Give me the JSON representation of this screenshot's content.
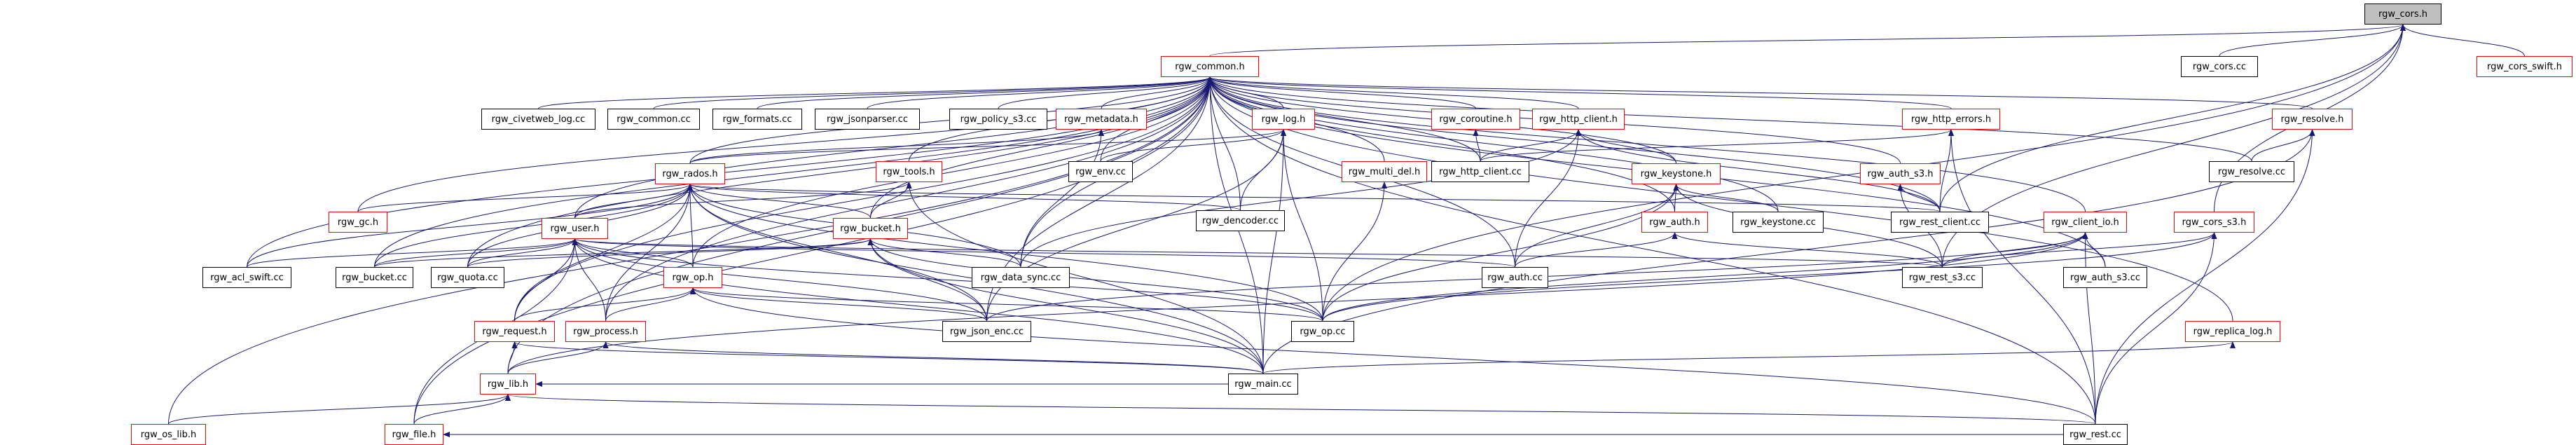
{
  "graph": {
    "colors": {
      "edge": "#191970",
      "internal_border": "#000000",
      "external_border": "#ff0000",
      "focus_fill": "#bfbfbf"
    },
    "nodes": [
      {
        "id": "rgw_cors_h",
        "label": "rgw_cors.h",
        "kind": "focus"
      },
      {
        "id": "rgw_common_h",
        "label": "rgw_common.h",
        "kind": "external"
      },
      {
        "id": "rgw_cors_cc",
        "label": "rgw_cors.cc",
        "kind": "internal"
      },
      {
        "id": "rgw_cors_swift_h",
        "label": "rgw_cors_swift.h",
        "kind": "external"
      },
      {
        "id": "rgw_civetweb_log_cc",
        "label": "rgw_civetweb_log.cc",
        "kind": "internal"
      },
      {
        "id": "rgw_common_cc",
        "label": "rgw_common.cc",
        "kind": "internal"
      },
      {
        "id": "rgw_formats_cc",
        "label": "rgw_formats.cc",
        "kind": "internal"
      },
      {
        "id": "rgw_jsonparser_cc",
        "label": "rgw_jsonparser.cc",
        "kind": "internal"
      },
      {
        "id": "rgw_policy_s3_cc",
        "label": "rgw_policy_s3.cc",
        "kind": "internal"
      },
      {
        "id": "rgw_metadata_h",
        "label": "rgw_metadata.h",
        "kind": "external"
      },
      {
        "id": "rgw_log_h",
        "label": "rgw_log.h",
        "kind": "external"
      },
      {
        "id": "rgw_coroutine_h",
        "label": "rgw_coroutine.h",
        "kind": "external"
      },
      {
        "id": "rgw_http_client_h",
        "label": "rgw_http_client.h",
        "kind": "external"
      },
      {
        "id": "rgw_http_errors_h",
        "label": "rgw_http_errors.h",
        "kind": "external"
      },
      {
        "id": "rgw_resolve_h",
        "label": "rgw_resolve.h",
        "kind": "external"
      },
      {
        "id": "rgw_env_cc",
        "label": "rgw_env.cc",
        "kind": "internal"
      },
      {
        "id": "rgw_multi_del_h",
        "label": "rgw_multi_del.h",
        "kind": "external"
      },
      {
        "id": "rgw_http_client_cc",
        "label": "rgw_http_client.cc",
        "kind": "internal"
      },
      {
        "id": "rgw_resolve_cc",
        "label": "rgw_resolve.cc",
        "kind": "internal"
      },
      {
        "id": "rgw_rados_h",
        "label": "rgw_rados.h",
        "kind": "external"
      },
      {
        "id": "rgw_tools_h",
        "label": "rgw_tools.h",
        "kind": "external"
      },
      {
        "id": "rgw_keystone_h",
        "label": "rgw_keystone.h",
        "kind": "external"
      },
      {
        "id": "rgw_auth_s3_h",
        "label": "rgw_auth_s3.h",
        "kind": "external"
      },
      {
        "id": "rgw_gc_h",
        "label": "rgw_gc.h",
        "kind": "external"
      },
      {
        "id": "rgw_dencoder_cc",
        "label": "rgw_dencoder.cc",
        "kind": "internal"
      },
      {
        "id": "rgw_client_io_h",
        "label": "rgw_client_io.h",
        "kind": "external"
      },
      {
        "id": "rgw_cors_s3_h",
        "label": "rgw_cors_s3.h",
        "kind": "external"
      },
      {
        "id": "rgw_user_h",
        "label": "rgw_user.h",
        "kind": "external"
      },
      {
        "id": "rgw_bucket_h",
        "label": "rgw_bucket.h",
        "kind": "external"
      },
      {
        "id": "rgw_auth_h",
        "label": "rgw_auth.h",
        "kind": "external"
      },
      {
        "id": "rgw_keystone_cc",
        "label": "rgw_keystone.cc",
        "kind": "internal"
      },
      {
        "id": "rgw_rest_client_cc",
        "label": "rgw_rest_client.cc",
        "kind": "internal"
      },
      {
        "id": "rgw_acl_swift_cc",
        "label": "rgw_acl_swift.cc",
        "kind": "internal"
      },
      {
        "id": "rgw_bucket_cc",
        "label": "rgw_bucket.cc",
        "kind": "internal"
      },
      {
        "id": "rgw_quota_cc",
        "label": "rgw_quota.cc",
        "kind": "internal"
      },
      {
        "id": "rgw_data_sync_cc",
        "label": "rgw_data_sync.cc",
        "kind": "internal"
      },
      {
        "id": "rgw_auth_cc",
        "label": "rgw_auth.cc",
        "kind": "internal"
      },
      {
        "id": "rgw_rest_s3_cc",
        "label": "rgw_rest_s3.cc",
        "kind": "internal"
      },
      {
        "id": "rgw_auth_s3_cc",
        "label": "rgw_auth_s3.cc",
        "kind": "internal"
      },
      {
        "id": "rgw_op_h",
        "label": "rgw_op.h",
        "kind": "external"
      },
      {
        "id": "rgw_op_cc",
        "label": "rgw_op.cc",
        "kind": "internal"
      },
      {
        "id": "rgw_request_h",
        "label": "rgw_request.h",
        "kind": "external"
      },
      {
        "id": "rgw_process_h",
        "label": "rgw_process.h",
        "kind": "external"
      },
      {
        "id": "rgw_json_enc_cc",
        "label": "rgw_json_enc.cc",
        "kind": "internal"
      },
      {
        "id": "rgw_replica_log_h",
        "label": "rgw_replica_log.h",
        "kind": "external"
      },
      {
        "id": "rgw_lib_h",
        "label": "rgw_lib.h",
        "kind": "external"
      },
      {
        "id": "rgw_main_cc",
        "label": "rgw_main.cc",
        "kind": "internal"
      },
      {
        "id": "rgw_os_lib_h",
        "label": "rgw_os_lib.h",
        "kind": "external"
      },
      {
        "id": "rgw_file_h",
        "label": "rgw_file.h",
        "kind": "external"
      },
      {
        "id": "rgw_rest_cc",
        "label": "rgw_rest.cc",
        "kind": "internal"
      }
    ],
    "edges": [
      [
        "rgw_common_h",
        "rgw_cors_h"
      ],
      [
        "rgw_cors_cc",
        "rgw_cors_h"
      ],
      [
        "rgw_cors_swift_h",
        "rgw_cors_h"
      ],
      [
        "rgw_cors_s3_h",
        "rgw_cors_h"
      ],
      [
        "rgw_rest_s3_cc",
        "rgw_cors_h"
      ],
      [
        "rgw_op_cc",
        "rgw_cors_h"
      ],
      [
        "rgw_rest_client_cc",
        "rgw_cors_h"
      ],
      [
        "rgw_civetweb_log_cc",
        "rgw_common_h"
      ],
      [
        "rgw_common_cc",
        "rgw_common_h"
      ],
      [
        "rgw_formats_cc",
        "rgw_common_h"
      ],
      [
        "rgw_jsonparser_cc",
        "rgw_common_h"
      ],
      [
        "rgw_policy_s3_cc",
        "rgw_common_h"
      ],
      [
        "rgw_metadata_h",
        "rgw_common_h"
      ],
      [
        "rgw_log_h",
        "rgw_common_h"
      ],
      [
        "rgw_coroutine_h",
        "rgw_common_h"
      ],
      [
        "rgw_http_client_h",
        "rgw_common_h"
      ],
      [
        "rgw_http_errors_h",
        "rgw_common_h"
      ],
      [
        "rgw_resolve_h",
        "rgw_common_h"
      ],
      [
        "rgw_env_cc",
        "rgw_common_h"
      ],
      [
        "rgw_multi_del_h",
        "rgw_common_h"
      ],
      [
        "rgw_http_client_cc",
        "rgw_common_h"
      ],
      [
        "rgw_resolve_cc",
        "rgw_common_h"
      ],
      [
        "rgw_rados_h",
        "rgw_common_h"
      ],
      [
        "rgw_tools_h",
        "rgw_common_h"
      ],
      [
        "rgw_keystone_h",
        "rgw_common_h"
      ],
      [
        "rgw_auth_s3_h",
        "rgw_common_h"
      ],
      [
        "rgw_gc_h",
        "rgw_common_h"
      ],
      [
        "rgw_dencoder_cc",
        "rgw_common_h"
      ],
      [
        "rgw_client_io_h",
        "rgw_common_h"
      ],
      [
        "rgw_user_h",
        "rgw_common_h"
      ],
      [
        "rgw_bucket_h",
        "rgw_common_h"
      ],
      [
        "rgw_auth_h",
        "rgw_common_h"
      ],
      [
        "rgw_keystone_cc",
        "rgw_common_h"
      ],
      [
        "rgw_rest_client_cc",
        "rgw_common_h"
      ],
      [
        "rgw_acl_swift_cc",
        "rgw_common_h"
      ],
      [
        "rgw_bucket_cc",
        "rgw_common_h"
      ],
      [
        "rgw_quota_cc",
        "rgw_common_h"
      ],
      [
        "rgw_data_sync_cc",
        "rgw_common_h"
      ],
      [
        "rgw_auth_cc",
        "rgw_common_h"
      ],
      [
        "rgw_auth_s3_cc",
        "rgw_common_h"
      ],
      [
        "rgw_op_h",
        "rgw_common_h"
      ],
      [
        "rgw_json_enc_cc",
        "rgw_common_h"
      ],
      [
        "rgw_replica_log_h",
        "rgw_common_h"
      ],
      [
        "rgw_lib_h",
        "rgw_common_h"
      ],
      [
        "rgw_main_cc",
        "rgw_common_h"
      ],
      [
        "rgw_os_lib_h",
        "rgw_common_h"
      ],
      [
        "rgw_file_h",
        "rgw_common_h"
      ],
      [
        "rgw_rest_cc",
        "rgw_common_h"
      ],
      [
        "rgw_process_h",
        "rgw_common_h"
      ],
      [
        "rgw_request_h",
        "rgw_common_h"
      ],
      [
        "rgw_rados_h",
        "rgw_metadata_h"
      ],
      [
        "rgw_data_sync_cc",
        "rgw_metadata_h"
      ],
      [
        "rgw_rados_h",
        "rgw_log_h"
      ],
      [
        "rgw_env_cc",
        "rgw_log_h"
      ],
      [
        "rgw_dencoder_cc",
        "rgw_log_h"
      ],
      [
        "rgw_op_cc",
        "rgw_log_h"
      ],
      [
        "rgw_main_cc",
        "rgw_log_h"
      ],
      [
        "rgw_json_enc_cc",
        "rgw_log_h"
      ],
      [
        "rgw_http_client_cc",
        "rgw_coroutine_h"
      ],
      [
        "rgw_http_client_cc",
        "rgw_http_client_h"
      ],
      [
        "rgw_keystone_h",
        "rgw_http_client_h"
      ],
      [
        "rgw_rest_client_cc",
        "rgw_http_client_h"
      ],
      [
        "rgw_auth_cc",
        "rgw_http_client_h"
      ],
      [
        "rgw_data_sync_cc",
        "rgw_http_client_h"
      ],
      [
        "rgw_http_client_cc",
        "rgw_http_errors_h"
      ],
      [
        "rgw_rest_client_cc",
        "rgw_http_errors_h"
      ],
      [
        "rgw_rest_cc",
        "rgw_http_errors_h"
      ],
      [
        "rgw_resolve_cc",
        "rgw_resolve_h"
      ],
      [
        "rgw_main_cc",
        "rgw_resolve_h"
      ],
      [
        "rgw_rest_cc",
        "rgw_resolve_h"
      ],
      [
        "rgw_op_cc",
        "rgw_multi_del_h"
      ],
      [
        "rgw_gc_h",
        "rgw_rados_h"
      ],
      [
        "rgw_dencoder_cc",
        "rgw_rados_h"
      ],
      [
        "rgw_user_h",
        "rgw_rados_h"
      ],
      [
        "rgw_bucket_h",
        "rgw_rados_h"
      ],
      [
        "rgw_rest_client_cc",
        "rgw_rados_h"
      ],
      [
        "rgw_acl_swift_cc",
        "rgw_rados_h"
      ],
      [
        "rgw_bucket_cc",
        "rgw_rados_h"
      ],
      [
        "rgw_quota_cc",
        "rgw_rados_h"
      ],
      [
        "rgw_data_sync_cc",
        "rgw_rados_h"
      ],
      [
        "rgw_op_h",
        "rgw_rados_h"
      ],
      [
        "rgw_op_cc",
        "rgw_rados_h"
      ],
      [
        "rgw_json_enc_cc",
        "rgw_rados_h"
      ],
      [
        "rgw_main_cc",
        "rgw_rados_h"
      ],
      [
        "rgw_request_h",
        "rgw_rados_h"
      ],
      [
        "rgw_process_h",
        "rgw_rados_h"
      ],
      [
        "rgw_bucket_h",
        "rgw_tools_h"
      ],
      [
        "rgw_user_h",
        "rgw_tools_h"
      ],
      [
        "rgw_main_cc",
        "rgw_tools_h"
      ],
      [
        "rgw_auth_h",
        "rgw_keystone_h"
      ],
      [
        "rgw_keystone_cc",
        "rgw_keystone_h"
      ],
      [
        "rgw_auth_cc",
        "rgw_keystone_h"
      ],
      [
        "rgw_rest_s3_cc",
        "rgw_keystone_h"
      ],
      [
        "rgw_op_cc",
        "rgw_keystone_h"
      ],
      [
        "rgw_rest_client_cc",
        "rgw_auth_s3_h"
      ],
      [
        "rgw_rest_s3_cc",
        "rgw_auth_s3_h"
      ],
      [
        "rgw_auth_cc",
        "rgw_auth_h"
      ],
      [
        "rgw_rest_s3_cc",
        "rgw_auth_h"
      ],
      [
        "rgw_rest_s3_cc",
        "rgw_client_io_h"
      ],
      [
        "rgw_auth_s3_cc",
        "rgw_client_io_h"
      ],
      [
        "rgw_op_cc",
        "rgw_client_io_h"
      ],
      [
        "rgw_json_enc_cc",
        "rgw_client_io_h"
      ],
      [
        "rgw_lib_h",
        "rgw_client_io_h"
      ],
      [
        "rgw_rest_cc",
        "rgw_client_io_h"
      ],
      [
        "rgw_rest_s3_cc",
        "rgw_cors_s3_h"
      ],
      [
        "rgw_op_cc",
        "rgw_cors_s3_h"
      ],
      [
        "rgw_rest_cc",
        "rgw_cors_s3_h"
      ],
      [
        "rgw_acl_swift_cc",
        "rgw_user_h"
      ],
      [
        "rgw_bucket_cc",
        "rgw_user_h"
      ],
      [
        "rgw_quota_cc",
        "rgw_user_h"
      ],
      [
        "rgw_op_h",
        "rgw_user_h"
      ],
      [
        "rgw_auth_cc",
        "rgw_user_h"
      ],
      [
        "rgw_op_cc",
        "rgw_user_h"
      ],
      [
        "rgw_request_h",
        "rgw_user_h"
      ],
      [
        "rgw_process_h",
        "rgw_user_h"
      ],
      [
        "rgw_json_enc_cc",
        "rgw_user_h"
      ],
      [
        "rgw_main_cc",
        "rgw_user_h"
      ],
      [
        "rgw_rest_s3_cc",
        "rgw_user_h"
      ],
      [
        "rgw_file_h",
        "rgw_user_h"
      ],
      [
        "rgw_bucket_cc",
        "rgw_bucket_h"
      ],
      [
        "rgw_quota_cc",
        "rgw_bucket_h"
      ],
      [
        "rgw_data_sync_cc",
        "rgw_bucket_h"
      ],
      [
        "rgw_op_cc",
        "rgw_bucket_h"
      ],
      [
        "rgw_json_enc_cc",
        "rgw_bucket_h"
      ],
      [
        "rgw_main_cc",
        "rgw_bucket_h"
      ],
      [
        "rgw_request_h",
        "rgw_op_h"
      ],
      [
        "rgw_process_h",
        "rgw_op_h"
      ],
      [
        "rgw_op_cc",
        "rgw_op_h"
      ],
      [
        "rgw_json_enc_cc",
        "rgw_op_h"
      ],
      [
        "rgw_rest_cc",
        "rgw_op_h"
      ],
      [
        "rgw_lib_h",
        "rgw_request_h"
      ],
      [
        "rgw_main_cc",
        "rgw_request_h"
      ],
      [
        "rgw_lib_h",
        "rgw_process_h"
      ],
      [
        "rgw_main_cc",
        "rgw_process_h"
      ],
      [
        "rgw_main_cc",
        "rgw_replica_log_h"
      ],
      [
        "rgw_os_lib_h",
        "rgw_lib_h"
      ],
      [
        "rgw_file_h",
        "rgw_lib_h"
      ],
      [
        "rgw_rest_cc",
        "rgw_lib_h"
      ],
      [
        "rgw_main_cc",
        "rgw_lib_h"
      ],
      [
        "rgw_rest_cc",
        "rgw_file_h"
      ]
    ]
  }
}
